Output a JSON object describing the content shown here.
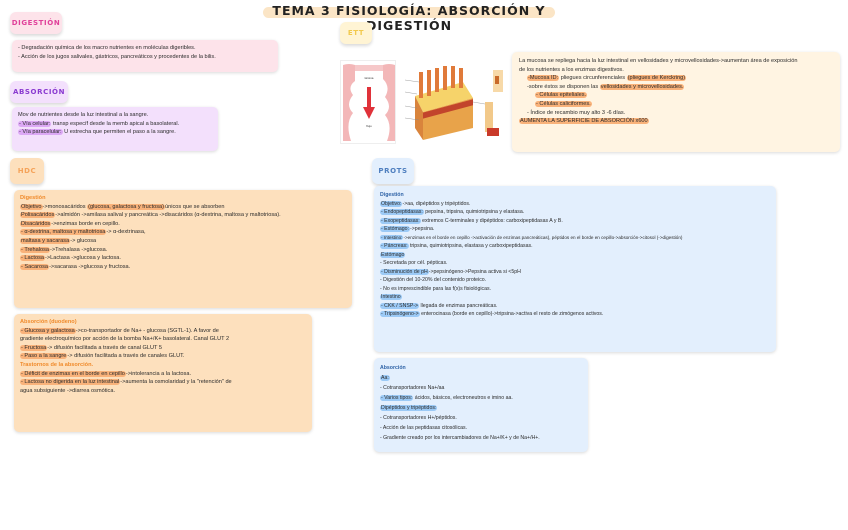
{
  "title": "TEMA 3 FISIOLOGÍA: ABSORCIÓN Y DIGESTIÓN",
  "colors": {
    "digestion": "#e0409a",
    "absorcion": "#8a3ad0",
    "hdc": "#f5a35a",
    "prots": "#4f7fbf",
    "ett": "#f2c94c"
  },
  "digestion": {
    "tag": "DIGESTIÓN",
    "lines": [
      "- Degradación química de los macro nutrientes en moléculas digeribles.",
      "- Acción de los jugos salivales, gástricos, pancreáticos y procedentes de la bilis."
    ]
  },
  "absorcion": {
    "tag": "ABSORCIÓN",
    "intro": "Mov de nutrientes desde la luz intestinal a la sangre.",
    "items": [
      {
        "hl": "- Vía celular:",
        "text": " transp específ desde la memb apical a basolateral."
      },
      {
        "hl": "- Vía paracelular:",
        "text": " U estrecha que permiten el paso a la sangre."
      }
    ]
  },
  "hdc": {
    "tag": "HDC",
    "digestion": {
      "heading": "Digestión",
      "objetivo_hl": "Objetivo",
      "objetivo_pre": "->monosacáridos ",
      "objetivo_hl2": "(glucosa, galactosa y fructosa)",
      "objetivo_post": "únicos que se absorben",
      "polis_hl": "Polisacáridos",
      "polis_text": "->almidón ->amilasa salival y pancreática ->disacáridos (α-dextrina, maltosa y maltotriosa).",
      "disac_hl": "Disacáridos",
      "disac_text": "->enzimas borde en cepillo.",
      "items": [
        {
          "hl": "- α-dextrina, maltosa y maltotriosa",
          "text": "-> α-dextrinasa,"
        },
        {
          "hl": " maltasa y sacarasa",
          "text": "-> glucosa"
        },
        {
          "hl": "- Trehalosa",
          "text": "->Trehalasa ->glucosa."
        },
        {
          "hl": "- Lactosa",
          "text": "->Lactasa ->glucosa y lactosa."
        },
        {
          "hl": "- Sacarosa",
          "text": "->sacarasa ->glucosa y fructosa."
        }
      ]
    },
    "absorcion": {
      "heading": "Absorción (duodeno)",
      "items": [
        {
          "hl": "- Glucosa y galactosa",
          "text": "->co-transportador de Na+ - glucosa (SGTL-1). A favor de"
        },
        {
          "hl": "",
          "text": "gradiente electroquímico por acción de la bomba Na+/K+ basolateral. Canal GLUT 2"
        },
        {
          "hl": "- Fructosa",
          "text": "-> difusión facilitada a través de canal GLUT 5"
        },
        {
          "hl": "- Paso a la sangre",
          "text": "-> difusión facilitada a través de canales GLUT."
        }
      ],
      "trastornos_heading": "Trastornos de la absorción.",
      "trastornos": [
        {
          "hl": "- Déficit de enzimas en el borde en cepillo",
          "text": "->intolerancia a la lactosa."
        },
        {
          "hl": "- Lactosa no digerida en la luz intestinal",
          "text": "->aumenta la osmolaridad y la \"retención\" de"
        },
        {
          "hl": "",
          "text": "agua subsiguiente ->diarrea osmótica."
        }
      ]
    }
  },
  "ett": {
    "tag": "ETT",
    "images": [
      "intestinal-fold-diagram",
      "villi-cross-section-diagram"
    ],
    "lines": [
      {
        "indent": 0,
        "hl": "",
        "text": "La mucosa se repliega hacia la luz intestinal en vellosidades y microvellosidades->aumentan área de exposición"
      },
      {
        "indent": 0,
        "hl": "",
        "text": "de los nutrientes a los enzimas digestivos."
      },
      {
        "indent": 1,
        "hl": "-Mucosa ID:",
        "text": " pliegues circunferenciales ",
        "hl2": "(pliegues de Kerckring)"
      },
      {
        "indent": 1,
        "hl": "",
        "text": "-sobre éstos se disponen las ",
        "hl2": "vellosidades y microvellosidades."
      },
      {
        "indent": 2,
        "hl": "- Células epiteliales.",
        "text": ""
      },
      {
        "indent": 2,
        "hl": "- Células caliciformes.",
        "text": ""
      },
      {
        "indent": 1,
        "hl": "",
        "text": "- Índice de recambio muy alto 3 -6 días."
      },
      {
        "indent": 0,
        "hl": "AUMENTA LA SUPERFICIE DE ABSORCIÓN x600",
        "text": ""
      }
    ]
  },
  "prots": {
    "tag": "PROTS",
    "digestion": {
      "heading": "Digestión",
      "lines": [
        {
          "hl": "Objetivo:",
          "text": "->aa, dipéptidos y tripéptidos."
        },
        {
          "hl": "- Endopeptidasas:",
          "text": " pepsina, tripsina, quimiotripsina y elastasa."
        },
        {
          "hl": "- Exopeptidasas:",
          "text": " extremos C-terminales y dipéptidos: carboxipeptidasas A y B."
        },
        {
          "hl": "- Estómago:",
          "text": "->pepsina."
        },
        {
          "hl": "- Intestino:",
          "text": "->enzimas en el borde en cepillo ->activación de enzimas pancreáticas), péptidos en el borde en cepillo->absorción->citosol (->digestión)"
        },
        {
          "hl": "- Páncreas:",
          "text": " tripsina, quimiotripsina, elastasa y carboxipeptidasas."
        },
        {
          "hl": "Estómago",
          "text": ""
        },
        {
          "hl": "",
          "text": "- Secretada por cél. pépticas."
        },
        {
          "hl": "- Disminución de pH",
          "text": "->pepsinógeno->Pepsina activa si <5pH"
        },
        {
          "hl": "",
          "text": "- Digestión del 10-20% del contenido proteico."
        },
        {
          "hl": "",
          "text": "- No es imprescindible para las f(x)s fisiológicas."
        },
        {
          "hl": "Intestino",
          "text": ""
        },
        {
          "hl": "- CKK / SNSP->",
          "text": " llegada de enzimas pancreáticas."
        },
        {
          "hl": "- Tripsinógeno->",
          "text": " enterocinasa (borde en cepillo)->tripsina->activa el resto de zimógenos activos."
        }
      ]
    },
    "absorcion": {
      "heading": "Absorción",
      "lines": [
        {
          "hl": "Aa:",
          "text": ""
        },
        {
          "hl": "",
          "text": "- Cotransportadores Na+/aa"
        },
        {
          "hl": "- Varios tipos:",
          "text": " ácidos, básicos, electroneutros e imino aa."
        },
        {
          "hl": "Dipéptidos y tripéptidos:",
          "text": ""
        },
        {
          "hl": "",
          "text": "- Cotransportadores H+/péptidos."
        },
        {
          "hl": "",
          "text": "- Acción de las peptidasas citosólicas."
        },
        {
          "hl": "",
          "text": "- Gradiente creado por los intercambiadores de Na+/K+ y de Na+/H+."
        }
      ]
    }
  }
}
